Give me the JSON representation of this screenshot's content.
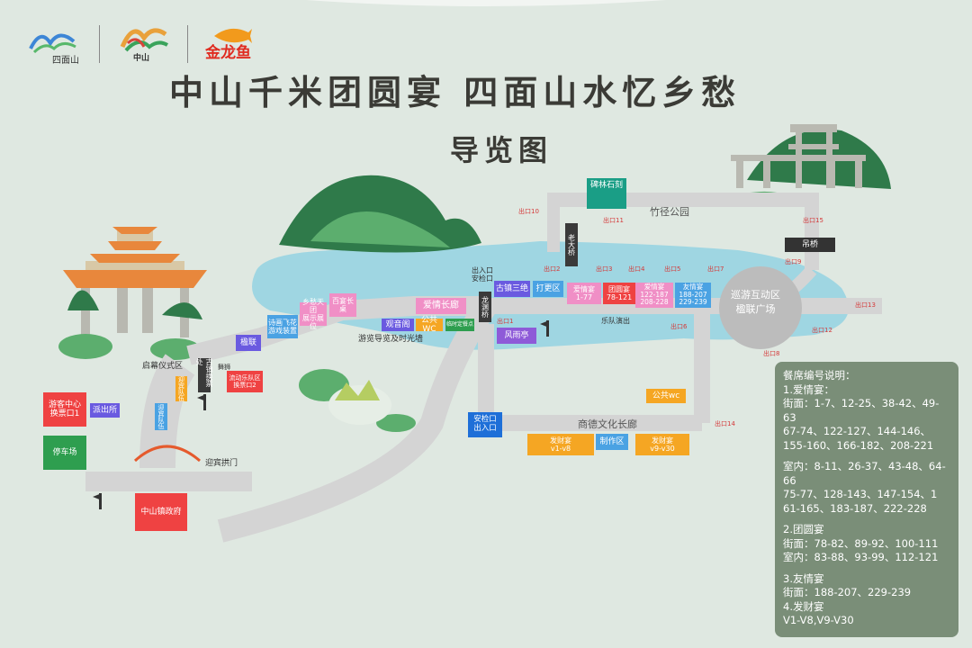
{
  "header": {
    "logo1_text": "四面山",
    "logo2_text": "中山",
    "logo3_text": "金龙鱼",
    "title": "中山千米团圆宴 四面山水忆乡愁",
    "subtitle": "导览图"
  },
  "colors": {
    "road": "#d4d4d4",
    "lake": "#9fd6e2",
    "background": "#dfe8e1",
    "pink": "#f08fc6",
    "blue": "#4aa2e3",
    "purple": "#8e5ad8",
    "orange": "#f5a623",
    "red": "#ef4242",
    "green": "#2e9e4f",
    "legend_bg": "#7a8e78"
  },
  "places": {
    "visitor_center": "游客中心\n换票口1",
    "police": "派出所",
    "parking": "停车场",
    "gov": "中山镇政府",
    "welcome_arch": "迎宾拱门",
    "opening_area": "启幕仪式区",
    "gulin_corridor": "古镇换票处",
    "yingbin": "迎宾队伍",
    "liudong": "流动乐队区\n换票口2",
    "wushu": "舞狮",
    "pilian": "楹联",
    "shihua": "诗画飞花\n游戏装置",
    "xiangchou": "乡愁天团\n展示展位",
    "baiyan": "百宴长桌",
    "aiqing_corridor": "爱情长廊",
    "guanyin": "观音阁",
    "wc_public1": "公共WC",
    "linshi": "临时定餐点",
    "youlan": "游览导览及时光墙",
    "chukou_anjian": "出入口\n安检口",
    "longyuan_bridge": "龙渊桥",
    "laodaqiao": "老大桥",
    "beilin": "碑林石刻",
    "zhujing": "竹径公园",
    "diaoqiao": "吊桥",
    "gucheng3": "古镇三绝",
    "dageng": "打更区",
    "aiqing_1": "爱情宴\n1-77",
    "tuanyuan": "团圆宴\n78-121",
    "aiqing_2": "爱情宴\n122-187\n208-228",
    "youqing": "友情宴\n188-207\n229-239",
    "xunyou": "巡游互动区\n楹联广场",
    "fengyu": "风雨亭",
    "band": "乐队演出",
    "wc_public2": "公共wc",
    "anjian2": "安检口\n出入口",
    "shangde": "商德文化长廊",
    "facai1": "发财宴\nv1-v8",
    "zhizuo": "制作区",
    "facai2": "发财宴\nv9-v30"
  },
  "exits": {
    "e1": "出口1",
    "e2": "出口2",
    "e3": "出口3",
    "e4": "出口4",
    "e5": "出口5",
    "e6": "出口6",
    "e7": "出口7",
    "e8": "出口8",
    "e9": "出口9",
    "e10": "出口10",
    "e11": "出口11",
    "e12": "出口12",
    "e13": "出口13",
    "e14": "出口14",
    "e15": "出口15"
  },
  "legend": {
    "title": "餐席编号说明：",
    "s1_title": "1.爱情宴：",
    "s1_street": "街面：1-7、12-25、38-42、49-63\n67-74、122-127、144-146、\n155-160、166-182、208-221",
    "s1_indoor": "室内：8-11、26-37、43-48、64-66\n75-77、128-143、147-154、1\n61-165、183-187、222-228",
    "s2_title": "2.团圆宴",
    "s2_street": "街面：78-82、89-92、100-111",
    "s2_indoor": "室内：83-88、93-99、112-121",
    "s3_title": "3.友情宴",
    "s3_street": "街面：188-207、229-239",
    "s4_title": "4.发财宴",
    "s4_value": "V1-V8,V9-V30"
  }
}
